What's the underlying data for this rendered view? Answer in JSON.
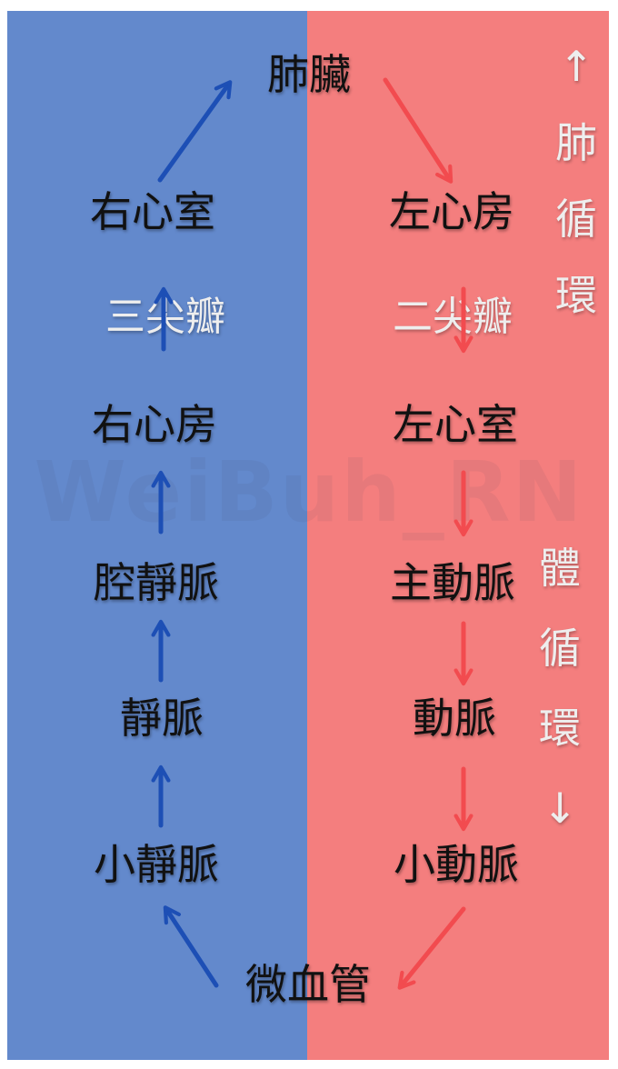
{
  "colors": {
    "venous_panel": "#6389cc",
    "arterial_panel": "#f47e7e",
    "venous_arrow": "#1d4fb5",
    "arterial_arrow": "#f24b4f"
  },
  "watermark": "WeiBuh_RN",
  "nodes": {
    "lung": "肺臟",
    "right_ventricle": "右心室",
    "right_atrium": "右心房",
    "vena_cava": "腔靜脈",
    "vein": "靜脈",
    "venule": "小靜脈",
    "capillary": "微血管",
    "left_atrium": "左心房",
    "left_ventricle": "左心室",
    "aorta": "主動脈",
    "artery": "動脈",
    "arteriole": "小動脈"
  },
  "valves": {
    "tricuspid": "三尖瓣",
    "bicuspid": "二尖瓣"
  },
  "side_labels": {
    "pulmonary": [
      "↑",
      "肺",
      "循",
      "環"
    ],
    "systemic": [
      "體",
      "循",
      "環",
      "↓"
    ]
  }
}
